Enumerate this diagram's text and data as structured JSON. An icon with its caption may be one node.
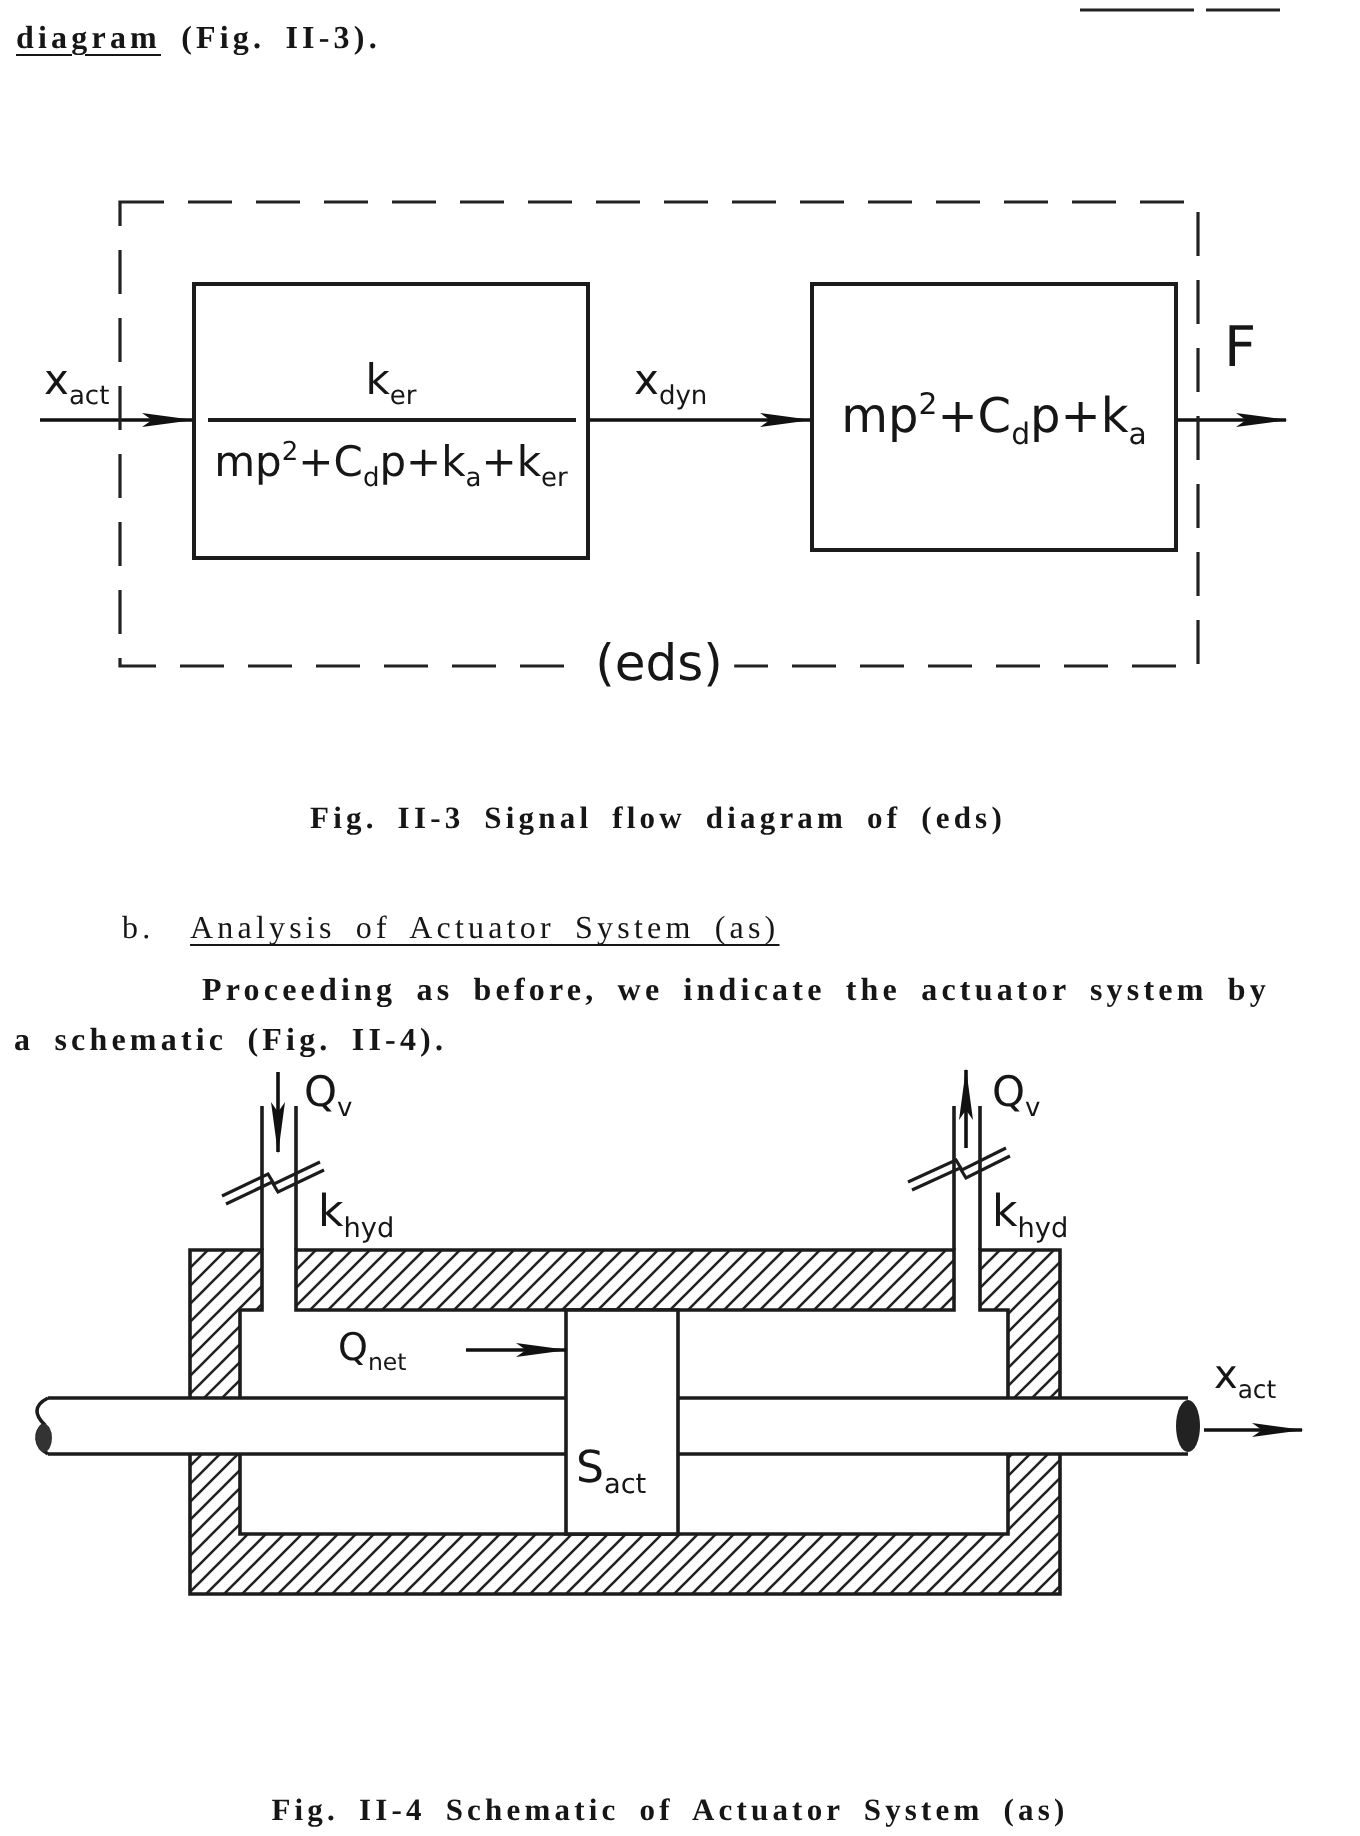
{
  "diagram": {
    "nodes": [
      {
        "text": [
          "(eds)"
        ]
      },
      {
        "text": [
          "k$_{er}$",
          "mp$^{2}$+C$_{d}$p+k$_{a}$+k$_{er}$"
        ],
        "in": 0
      },
      {
        "text": [
          "mp$^{2}$+C$_{d}$p+k$_{a}$"
        ],
        "in": 0
      }
    ],
    "edges": [
      {
        "from": null,
        "to": 1,
        "arrow": "to",
        "label": "x$_{act}$"
      },
      {
        "from": 1,
        "to": 2,
        "arrow": "to",
        "label": "x$_{dyn}$"
      },
      {
        "from": 2,
        "to": null,
        "arrow": "to",
        "label": "F"
      }
    ],
    "labels": [
      "diagram (Fig. II-3).",
      "Fig. II-3 Signal flow diagram of (eds)",
      "b.",
      "Analysis of Actuator System (as)",
      "Proceeding as before, we indicate the actuator system by a schematic (Fig. II-4).",
      "Q$_{v}$",
      "Q$_{v}$",
      "k$_{hyd}$",
      "k$_{hyd}$",
      "Q$_{net}$",
      "x$_{act}$",
      "S$_{act}$",
      "Fig. II-4 Schematic of Actuator System (as)"
    ]
  }
}
